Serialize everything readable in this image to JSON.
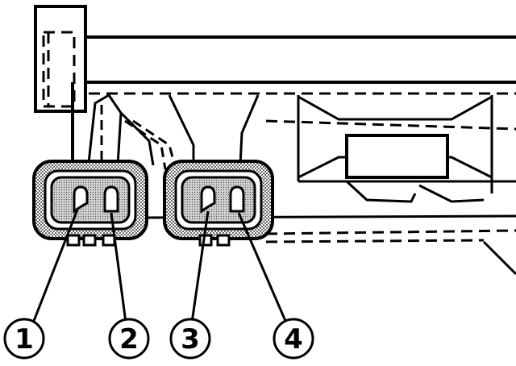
{
  "diagram": {
    "callouts": [
      {
        "label": "1"
      },
      {
        "label": "2"
      },
      {
        "label": "3"
      },
      {
        "label": "4"
      }
    ],
    "colors": {
      "ink": "#000000",
      "paper": "#ffffff",
      "contact_fill": "#b8b8b8"
    }
  }
}
